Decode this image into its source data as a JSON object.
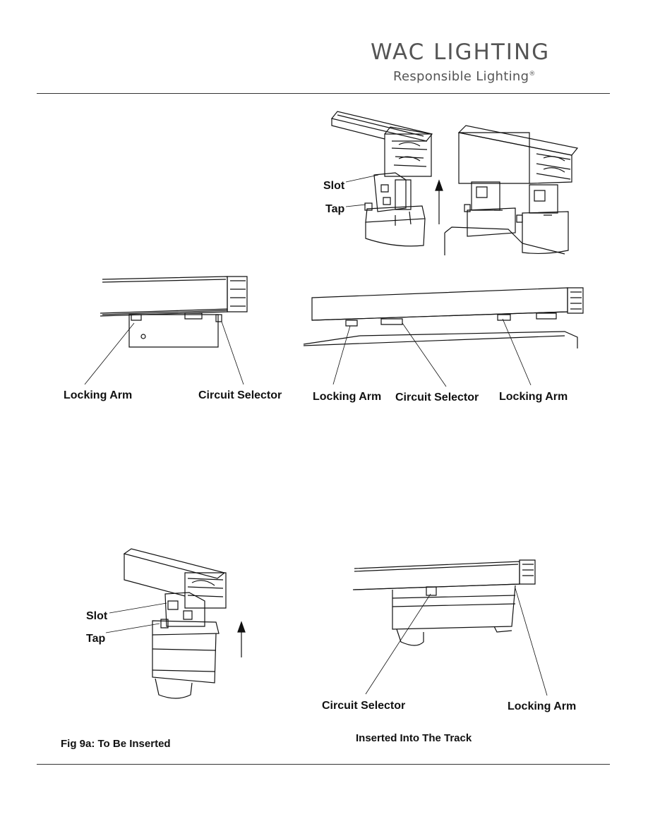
{
  "header": {
    "brand": "WAC LIGHTING",
    "tagline": "Responsible Lighting",
    "registered_mark": "®"
  },
  "figure_top": {
    "slot_label": "Slot",
    "tap_label": "Tap"
  },
  "figure_middle_left": {
    "locking_arm_label": "Locking Arm",
    "circuit_selector_label": "Circuit Selector"
  },
  "figure_middle_right": {
    "locking_arm_left_label": "Locking Arm",
    "circuit_selector_label": "Circuit Selector",
    "locking_arm_right_label": "Locking Arm"
  },
  "figure_bottom_left": {
    "slot_label": "Slot",
    "tap_label": "Tap",
    "caption": "Fig 9a: To Be Inserted"
  },
  "figure_bottom_right": {
    "circuit_selector_label": "Circuit Selector",
    "locking_arm_label": "Locking Arm",
    "caption": "Inserted Into The Track"
  }
}
